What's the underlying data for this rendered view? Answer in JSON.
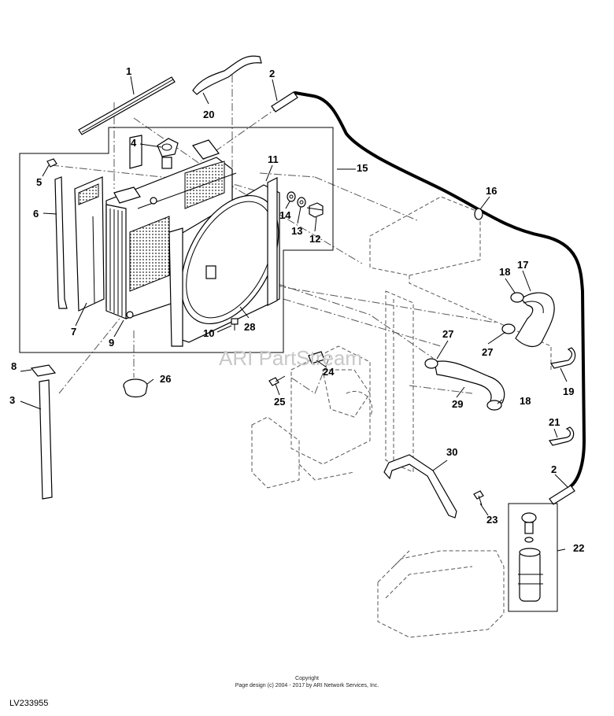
{
  "diagram": {
    "id_label": "LV233955",
    "watermark": "ARI PartStream",
    "callouts": [
      {
        "key": "c1",
        "label": "1"
      },
      {
        "key": "c2a",
        "label": "2"
      },
      {
        "key": "c2b",
        "label": "2"
      },
      {
        "key": "c3",
        "label": "3"
      },
      {
        "key": "c4",
        "label": "4"
      },
      {
        "key": "c5",
        "label": "5"
      },
      {
        "key": "c6",
        "label": "6"
      },
      {
        "key": "c7",
        "label": "7"
      },
      {
        "key": "c8",
        "label": "8"
      },
      {
        "key": "c9",
        "label": "9"
      },
      {
        "key": "c10",
        "label": "10"
      },
      {
        "key": "c11",
        "label": "11"
      },
      {
        "key": "c12",
        "label": "12"
      },
      {
        "key": "c13",
        "label": "13"
      },
      {
        "key": "c14",
        "label": "14"
      },
      {
        "key": "c15",
        "label": "15"
      },
      {
        "key": "c16",
        "label": "16"
      },
      {
        "key": "c17",
        "label": "17"
      },
      {
        "key": "c18a",
        "label": "18"
      },
      {
        "key": "c18b",
        "label": "18"
      },
      {
        "key": "c19",
        "label": "19"
      },
      {
        "key": "c20",
        "label": "20"
      },
      {
        "key": "c21",
        "label": "21"
      },
      {
        "key": "c22",
        "label": "22"
      },
      {
        "key": "c23",
        "label": "23"
      },
      {
        "key": "c24",
        "label": "24"
      },
      {
        "key": "c25",
        "label": "25"
      },
      {
        "key": "c26",
        "label": "26"
      },
      {
        "key": "c27a",
        "label": "27"
      },
      {
        "key": "c27b",
        "label": "27"
      },
      {
        "key": "c28",
        "label": "28"
      },
      {
        "key": "c29",
        "label": "29"
      },
      {
        "key": "c30",
        "label": "30"
      }
    ]
  },
  "footer": {
    "copyright": "Copyright",
    "page_design": "Page design (c) 2004 - 2017 by ARI Network Services, Inc."
  }
}
